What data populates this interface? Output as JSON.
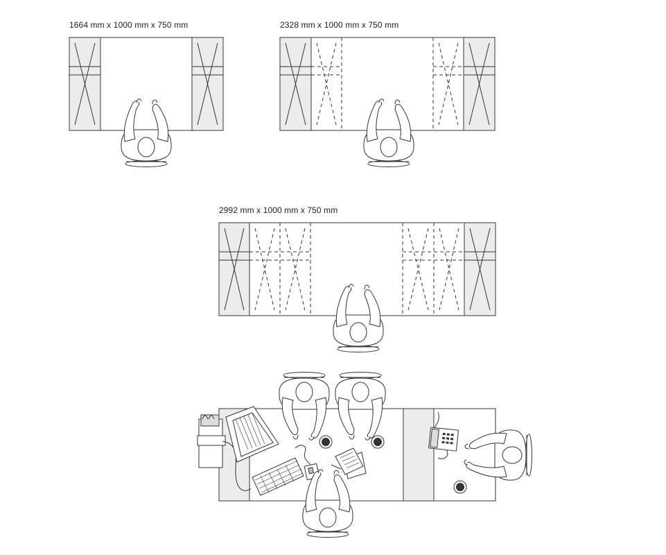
{
  "layouts": [
    {
      "label": "1664 mm x 1000 mm x 750 mm"
    },
    {
      "label": "2328 mm x 1000 mm x 750 mm"
    },
    {
      "label": "2992 mm x 1000 mm x 750 mm"
    }
  ],
  "colors": {
    "stroke": "#333333",
    "module_fill": "#ececec",
    "background": "#ffffff"
  }
}
